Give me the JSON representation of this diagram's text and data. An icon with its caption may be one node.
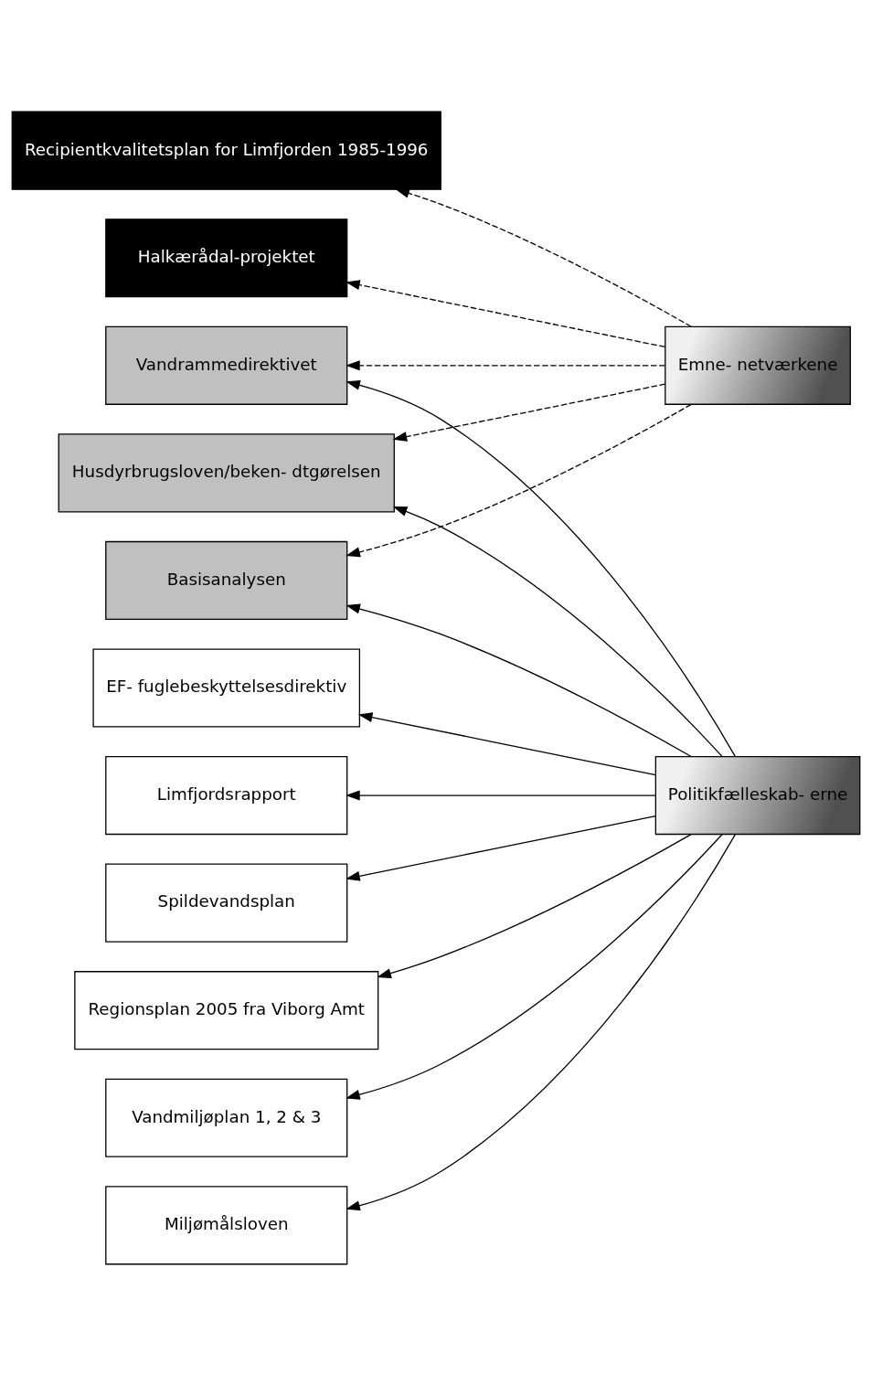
{
  "diagram": {
    "nodes": [
      {
        "text": [
          "Recipientkvalitetsplan for Limfjorden 1985-1996"
        ]
      },
      {
        "text": [
          "Halkærådal-projektet"
        ]
      },
      {
        "text": [
          "Vandrammedirektivet"
        ]
      },
      {
        "text": [
          "Husdyrbrugsloven/beken- dtgørelsen"
        ]
      },
      {
        "text": [
          "Basisanalysen"
        ]
      },
      {
        "text": [
          "EF- fuglebeskyttelsesdirektiv"
        ]
      },
      {
        "text": [
          "Limfjordsrapport"
        ]
      },
      {
        "text": [
          "Spildevandsplan"
        ]
      },
      {
        "text": [
          "Regionsplan 2005 fra Viborg Amt"
        ]
      },
      {
        "text": [
          "Vandmiljøplan 1, 2 & 3"
        ]
      },
      {
        "text": [
          "Miljømålsloven"
        ]
      },
      {
        "text": [
          "Emne- netværkene"
        ]
      },
      {
        "text": [
          "Politikfælleskab- erne"
        ]
      }
    ],
    "edges": [
      {
        "from": 11,
        "to": 0,
        "arrow": "to",
        "style": "dashed"
      },
      {
        "from": 11,
        "to": 1,
        "arrow": "to",
        "style": "dashed"
      },
      {
        "from": 11,
        "to": 2,
        "arrow": "to",
        "style": "dashed"
      },
      {
        "from": 11,
        "to": 3,
        "arrow": "to",
        "style": "dashed"
      },
      {
        "from": 11,
        "to": 4,
        "arrow": "to",
        "style": "dashed"
      },
      {
        "from": 12,
        "to": 2,
        "arrow": "to"
      },
      {
        "from": 12,
        "to": 3,
        "arrow": "to"
      },
      {
        "from": 12,
        "to": 4,
        "arrow": "to"
      },
      {
        "from": 12,
        "to": 5,
        "arrow": "to"
      },
      {
        "from": 12,
        "to": 6,
        "arrow": "to"
      },
      {
        "from": 12,
        "to": 7,
        "arrow": "to"
      },
      {
        "from": 12,
        "to": 8,
        "arrow": "to"
      },
      {
        "from": 12,
        "to": 9,
        "arrow": "to"
      },
      {
        "from": 12,
        "to": 10,
        "arrow": "to"
      }
    ]
  }
}
